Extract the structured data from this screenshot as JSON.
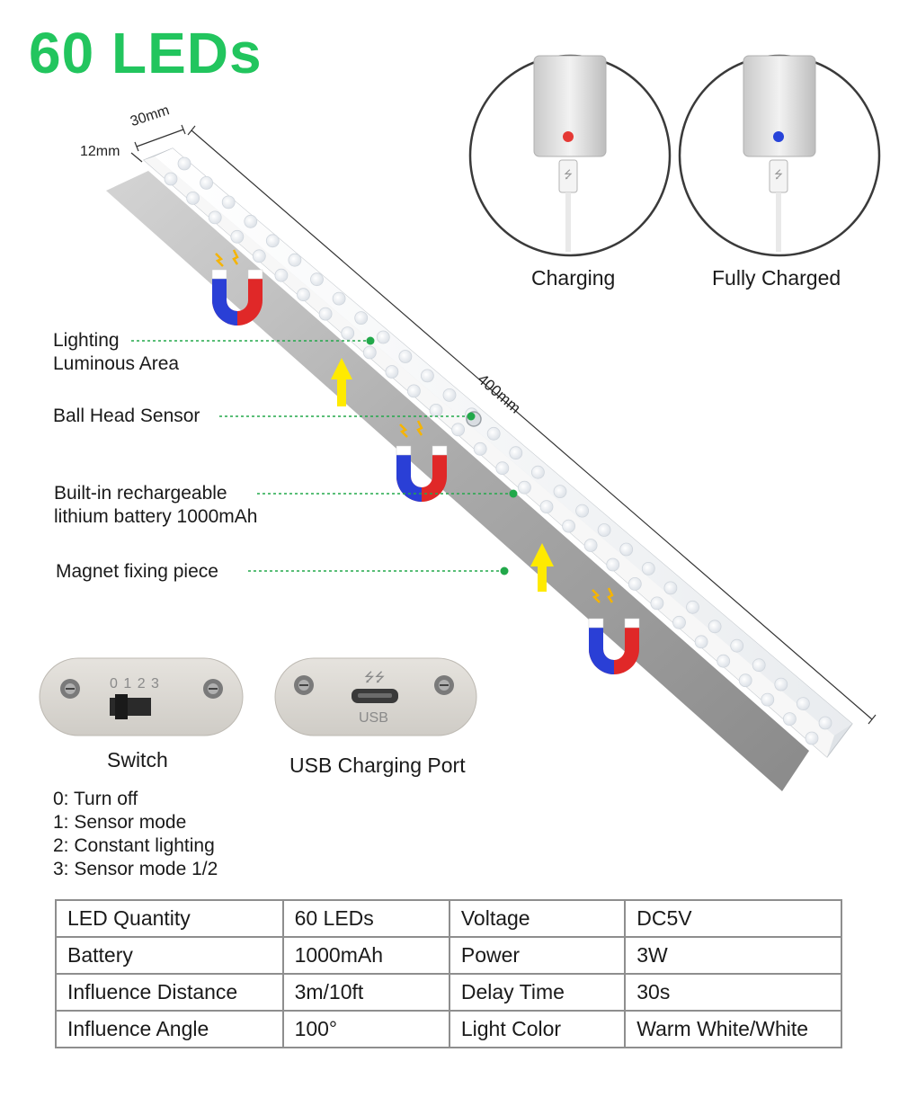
{
  "title": "60 LEDs",
  "dimensions": {
    "width": "30mm",
    "height": "12mm",
    "length": "400mm"
  },
  "indicators": [
    {
      "label": "Charging",
      "led_color": "#e53935"
    },
    {
      "label": "Fully Charged",
      "led_color": "#2743d9"
    }
  ],
  "callouts": [
    {
      "line1": "Lighting",
      "line2": "Luminous Area"
    },
    {
      "line1": "Ball Head Sensor",
      "line2": ""
    },
    {
      "line1": "Built-in rechargeable",
      "line2": "lithium battery 1000mAh"
    },
    {
      "line1": "Magnet fixing piece",
      "line2": ""
    }
  ],
  "switch_panel": {
    "positions": "0 1 2 3",
    "caption": "Switch"
  },
  "usb_panel": {
    "port_label": "USB",
    "caption": "USB Charging Port"
  },
  "modes": [
    "0: Turn off",
    "1: Sensor mode",
    "2: Constant lighting",
    "3: Sensor mode 1/2"
  ],
  "specs": [
    [
      "LED Quantity",
      "60 LEDs",
      "Voltage",
      "DC5V"
    ],
    [
      "Battery",
      "1000mAh",
      "Power",
      "3W"
    ],
    [
      "Influence Distance",
      "3m/10ft",
      "Delay Time",
      "30s"
    ],
    [
      "Influence Angle",
      "100°",
      "Light Color",
      "Warm White/White"
    ]
  ],
  "colors": {
    "title": "#22c55e",
    "callout_line": "#22a84a",
    "magnet_red": "#e02828",
    "magnet_blue": "#2a3fd6",
    "arrow": "#ffea00"
  }
}
